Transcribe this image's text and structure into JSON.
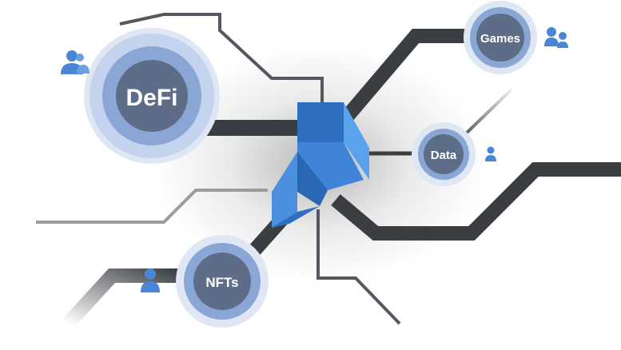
{
  "diagram": {
    "hub": {
      "icon": "crystal-hub-logo"
    },
    "nodes": [
      {
        "id": "defi",
        "label": "DeFi",
        "user_icon": "group-users-icon"
      },
      {
        "id": "games",
        "label": "Games",
        "user_icon": "group-users-icon"
      },
      {
        "id": "data",
        "label": "Data",
        "user_icon": "user-icon"
      },
      {
        "id": "nfts",
        "label": "NFTs",
        "user_icon": "user-icon"
      }
    ],
    "colors": {
      "node_fill": "#5d6d88",
      "halo": "#b7c7e6",
      "line_dark": "#3a3d42",
      "hub_blue": "#3f84d8",
      "user_icon": "#4a86d6"
    }
  }
}
